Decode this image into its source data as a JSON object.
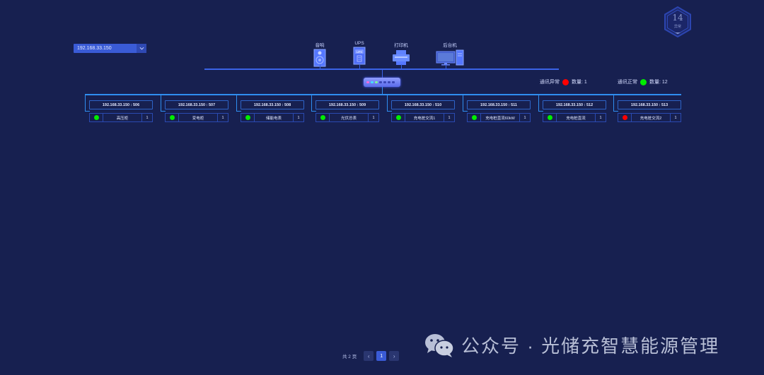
{
  "ip_select": {
    "value": "192.168.33.150",
    "icon": "chevron-down-icon"
  },
  "badge": {
    "count": "14",
    "label": "异常"
  },
  "top_devices": [
    {
      "name": "音响",
      "icon": "speaker-icon"
    },
    {
      "name": "UPS",
      "icon": "ups-icon",
      "icon_text": "UPS"
    },
    {
      "name": "打印机",
      "icon": "printer-icon"
    },
    {
      "name": "后台机",
      "icon": "desktop-computer-icon"
    }
  ],
  "legend": {
    "abnormal": {
      "label": "通讯异常",
      "count_label": "数量: 1",
      "color": "#ff0000"
    },
    "normal": {
      "label": "通讯正常",
      "count_label": "数量: 12",
      "color": "#00ee00"
    }
  },
  "devices": [
    {
      "ip": "192.168.33.150 : 506",
      "name": "高压柜",
      "count": "1",
      "status": "normal"
    },
    {
      "ip": "192.168.33.150 : 507",
      "name": "变电柜",
      "count": "1",
      "status": "normal"
    },
    {
      "ip": "192.168.33.150 : 508",
      "name": "储能电表",
      "count": "1",
      "status": "normal"
    },
    {
      "ip": "192.168.33.150 : 509",
      "name": "光伏总表",
      "count": "1",
      "status": "normal"
    },
    {
      "ip": "192.168.33.150 : 510",
      "name": "充电桩交流1",
      "count": "1",
      "status": "normal"
    },
    {
      "ip": "192.168.33.150 : 511",
      "name": "充电桩直流60kW",
      "count": "1",
      "status": "normal"
    },
    {
      "ip": "192.168.33.150 : 512",
      "name": "充电桩直流",
      "count": "1",
      "status": "normal"
    },
    {
      "ip": "192.168.33.150 : 513",
      "name": "充电桩交流2",
      "count": "1",
      "status": "abnormal"
    }
  ],
  "colors": {
    "normal": "#00ee00",
    "abnormal": "#ff0000",
    "accent": "#3a5bd6",
    "background": "#172050"
  },
  "pagination": {
    "total_label": "共 2 页",
    "prev": "‹",
    "current": "1",
    "next": "›"
  },
  "watermark": {
    "text": "公众号 · 光储充智慧能源管理",
    "icon": "wechat-icon"
  }
}
